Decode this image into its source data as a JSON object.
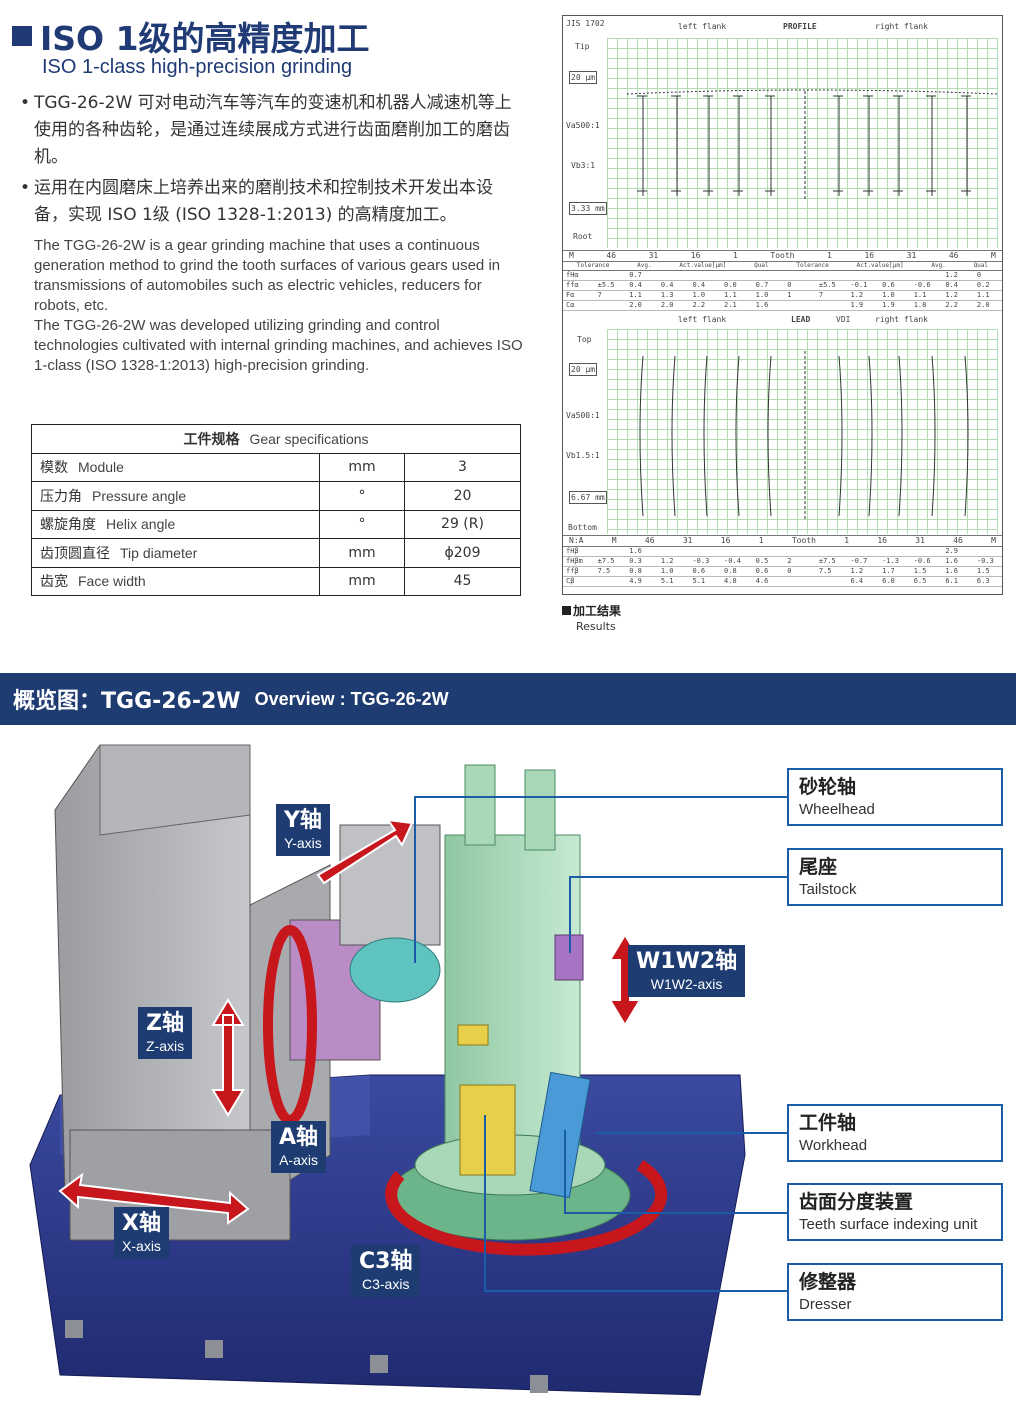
{
  "header": {
    "title": "ISO 1级的高精度加工",
    "subtitle": "ISO 1-class high-precision grinding"
  },
  "bullets": [
    "TGG-26-2W 可对电动汽车等汽车的变速机和机器人减速机等上使用的各种齿轮，是通过连续展成方式进行齿面磨削加工的磨齿机。",
    "运用在内圆磨床上培养出来的磨削技术和控制技术开发出本设备，实现 ISO 1级 (ISO 1328-1:2013) 的高精度加工。"
  ],
  "english": [
    "The TGG-26-2W is a gear grinding machine that uses a continuous generation method to grind the tooth surfaces of various gears used in transmissions of automobiles such as electric vehicles, reducers for robots, etc.",
    "The TGG-26-2W was developed utilizing grinding and control technologies cultivated with internal grinding machines, and achieves ISO 1-class (ISO 1328-1:2013) high-precision grinding."
  ],
  "spec_table": {
    "title_zh": "工件规格",
    "title_en": "Gear specifications",
    "rows": [
      {
        "zh": "模数",
        "en": "Module",
        "unit": "mm",
        "value": "3"
      },
      {
        "zh": "压力角",
        "en": "Pressure angle",
        "unit": "°",
        "value": "20"
      },
      {
        "zh": "螺旋角度",
        "en": "Helix angle",
        "unit": "°",
        "value": "29 (R)"
      },
      {
        "zh": "齿顶圆直径",
        "en": "Tip diameter",
        "unit": "mm",
        "value": "ϕ209"
      },
      {
        "zh": "齿宽",
        "en": "Face width",
        "unit": "mm",
        "value": "45"
      }
    ]
  },
  "chart": {
    "profile": {
      "head": "JIS 1702",
      "left": "left flank",
      "mid": "PROFILE",
      "right": "right flank",
      "top": "Tip",
      "bottom": "Root",
      "scale1": "20 µm",
      "va": "Va500:1",
      "vb": "Vb3:1",
      "scale2": "3.33 mm"
    },
    "lead": {
      "left": "left flank",
      "mid": "LEAD",
      "vdi": "VDI",
      "right": "right flank",
      "top": "Top",
      "bottom": "Bottom",
      "scale1": "20 µm",
      "va": "Va500:1",
      "vb": "Vb1.5:1",
      "scale2": "6.67 mm",
      "nz": "N:A"
    },
    "axis_row": [
      "M",
      "46",
      "31",
      "16",
      "1",
      "Tooth",
      "1",
      "16",
      "31",
      "46",
      "M"
    ],
    "table_head": [
      "Tolerance",
      "Avg.",
      "Act.value[µm]",
      "Qual",
      "Tolerance",
      "Act.value[µm]",
      "Avg.",
      "Qual"
    ],
    "profile_rows": [
      [
        "fHα",
        "",
        "0.7",
        "",
        "",
        "",
        "",
        "",
        "",
        "",
        "",
        "",
        "1.2",
        "0"
      ],
      [
        "ffα",
        "±5.5",
        "0.4",
        "0.4",
        "0.4",
        "0.0",
        "0.7",
        "0",
        "±5.5",
        "-0.1",
        "0.6",
        "-0.6",
        "0.4",
        "0.2"
      ],
      [
        "Fα",
        "7",
        "1.1",
        "1.3",
        "1.0",
        "1.1",
        "1.0",
        "1",
        "7",
        "1.2",
        "1.0",
        "1.1",
        "1.2",
        "1.1"
      ],
      [
        "Cα",
        "",
        "2.0",
        "2.0",
        "2.2",
        "2.1",
        "1.6",
        "",
        "",
        "1.9",
        "1.9",
        "1.8",
        "2.2",
        "2.0"
      ]
    ],
    "lead_rows": [
      [
        "fHβ",
        "",
        "1.6",
        "",
        "",
        "",
        "",
        "",
        "",
        "",
        "",
        "",
        "2.9",
        ""
      ],
      [
        "fHβm",
        "±7.5",
        "0.3",
        "1.2",
        "-0.3",
        "-0.4",
        "0.5",
        "2",
        "±7.5",
        "-0.7",
        "-1.3",
        "-0.6",
        "1.6",
        "-0.3"
      ],
      [
        "ffβ",
        "7.5",
        "0.8",
        "1.0",
        "0.6",
        "0.8",
        "0.6",
        "0",
        "7.5",
        "1.2",
        "1.7",
        "1.5",
        "1.6",
        "1.5"
      ],
      [
        "Cβ",
        "",
        "4.9",
        "5.1",
        "5.1",
        "4.8",
        "4.6",
        "",
        "",
        "6.4",
        "6.0",
        "6.5",
        "6.1",
        "6.3"
      ]
    ]
  },
  "results_caption": {
    "zh": "加工结果",
    "en": "Results"
  },
  "overview": {
    "zh": "概览图：TGG-26-2W",
    "en": "Overview : TGG-26-2W"
  },
  "callouts": [
    {
      "zh": "砂轮轴",
      "en": "Wheelhead"
    },
    {
      "zh": "尾座",
      "en": "Tailstock"
    },
    {
      "zh": "工件轴",
      "en": "Workhead"
    },
    {
      "zh": "齿面分度装置",
      "en": "Teeth surface indexing unit"
    },
    {
      "zh": "修整器",
      "en": "Dresser"
    }
  ],
  "axes": [
    {
      "zh": "Y轴",
      "en": "Y-axis"
    },
    {
      "zh": "Z轴",
      "en": "Z-axis"
    },
    {
      "zh": "A轴",
      "en": "A-axis"
    },
    {
      "zh": "X轴",
      "en": "X-axis"
    },
    {
      "zh": "C3轴",
      "en": "C3-axis"
    },
    {
      "zh": "W1W2轴",
      "en": "W1W2-axis"
    }
  ],
  "colors": {
    "brand": "#1e3c72",
    "callout_border": "#1a5da6",
    "arrow": "#c8161d",
    "base": "#2f3b8c",
    "machine_green": "#a9d8b8"
  }
}
